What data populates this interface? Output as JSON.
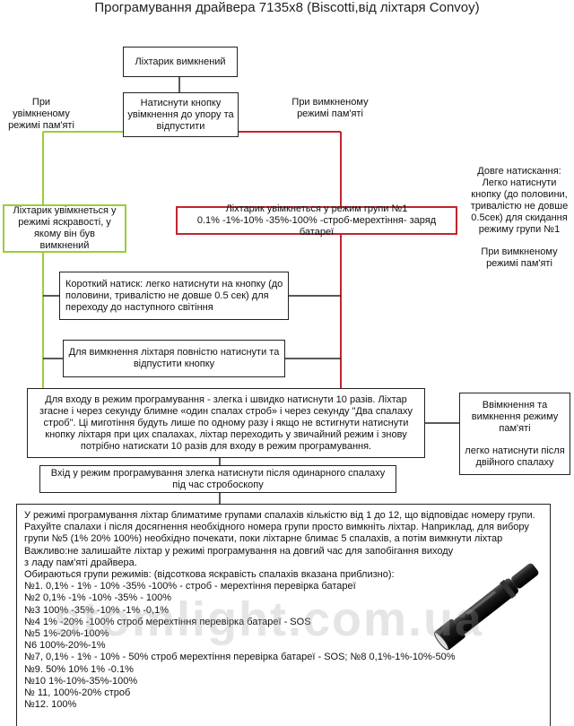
{
  "title": "Програмування драйвера 7135х8 (Biscotti,від ліхтаря Convoy)",
  "nodes": {
    "off": "Ліхтарик вимкнений",
    "press": "Натиснути кнопку увімкнення до упору та відпустити",
    "green_state": "Ліхтарик увімкнеться у режимі яскравості, у якому він був вимкнений",
    "red_state_line1": "Ліхтарик увімкнеться у режим групи №1",
    "red_state_line2": "0.1% -1%-10% -35%-100% -строб-мерехтіння- заряд батареї",
    "short_press": "Короткий натиск: легко натиснути на кнопку (до половини, тривалістю не довше 0.5 сек) для переходу до наступного світіння",
    "turn_off": "Для вимкнення ліхтаря повністю натиснути та відпустити кнопку",
    "enter_prog": "Для входу в режим програмування - злегка і швидко натиснути 10 разів. Ліхтар згасне і через секунду блимне «один спалах строб» і через секунду \"Два спалаху строб\". Ці миготіння будуть лише по одному разу і якщо не встигнути натиснути кнопку ліхтаря при цих спалахах, ліхтар переходить у звичайний режим і знову потрібно натискати 10 разів для входу в режим програмування.",
    "enter_prog_strobe": "Вхід у режим програмування злегка натиснути після одинарного спалаху під час стробоскопу",
    "memory_toggle_line1": "Ввімкнення та вимкнення режиму пам'яті",
    "memory_toggle_line2": "легко натиснути після двійного спалаху"
  },
  "edge_labels": {
    "memory_on": "При увімкненому режимі пам'яті",
    "memory_off": "При вимкненому режимі пам'яті"
  },
  "hint": {
    "line1": "Довге натискання: Легко натиснути кнопку (до половини, тривалістю не довше 0.5сек) для скидання режиму групи №1",
    "line2": "При вимкненому режимі пам'яті"
  },
  "program_text": [
    "У режимі програмування ліхтар блиматиме групами спалахів кількістю від 1 до 12, що відповідає номеру групи.",
    "Рахуйте спалахи і після досягнення необхідного номера групи просто вимкніть ліхтар. Наприклад, для вибору",
    "групи №5 (1% 20% 100%) необхідно почекати, поки ліхтарне блимає 5 спалахів, а потім вимкнути ліхтар",
    "Важливо:не залишайте ліхтар у режимі програмування на довгий час для запобігання виходу",
    "з ладу пам'яті драйвера.",
    "Обирaються групи режимів: (відсоткова яскравість спалахів вказана приблизно):",
    "№1. 0,1% - 1% - 10% -35% -100% - строб - мерехтіння перевірка батареї",
    "№2 0,1% -1% -10% -35% - 100%",
    "№3 100% -35% -10% -1% -0,1%",
    "№4 1% -20% -100% строб мерехтіння перевірка батареї - SOS",
    "№5 1%-20%-100%",
    "N6 100%-20%-1%",
    "№7, 0,1% - 1% - 10% - 50% строб мерехтіння перевірка батареї - SOS; №8 0,1%-1%-10%-50%",
    "№9. 50% 10% 1% -0.1%",
    "№10 1%-10%-35%-100%",
    "№ 11, 100%-20% строб",
    "№12. 100%"
  ],
  "watermark": "stomlight.com.ua",
  "colors": {
    "green": "#9ccc3a",
    "red": "#c0262d",
    "line": "#222222"
  }
}
